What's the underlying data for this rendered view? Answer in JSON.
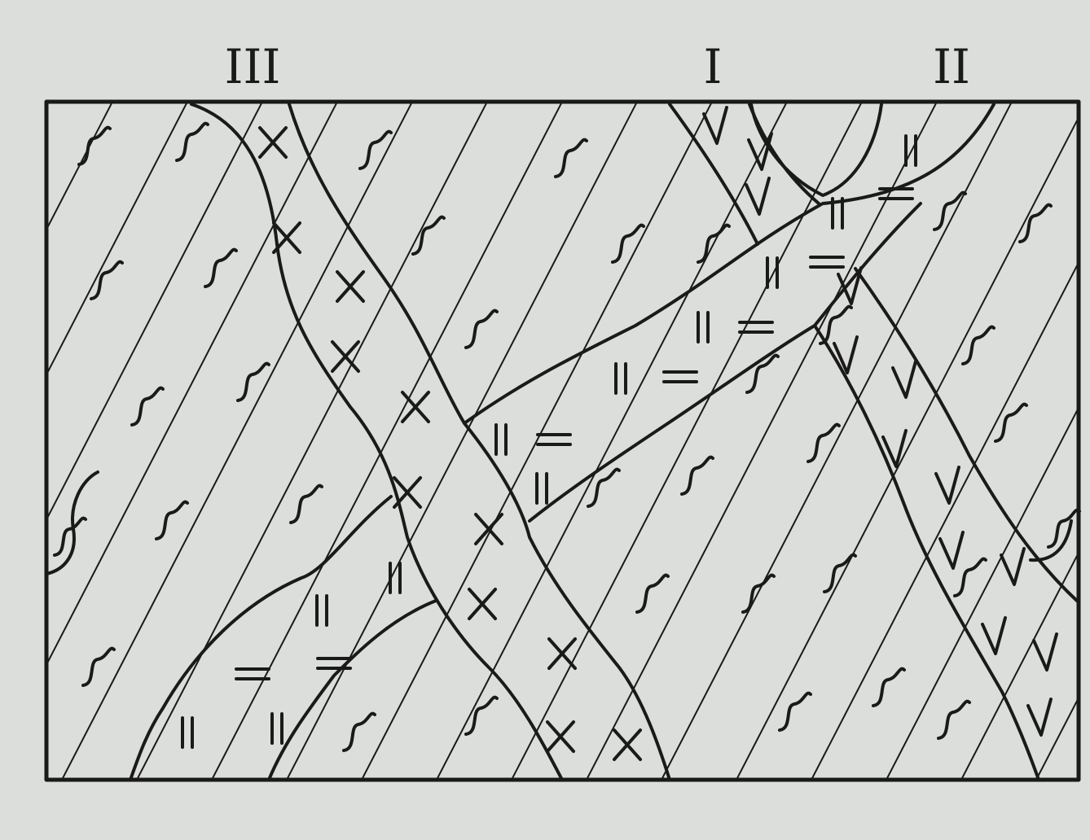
{
  "labels": {
    "roman_3": "III",
    "roman_1": "I",
    "roman_2": "II"
  },
  "legend_symbols": {
    "country_rock": "tilde-wave-icon",
    "intrusion_III": "cross-x-icon",
    "intrusion_I": "check-v-icon",
    "intrusion_II": "double-bar-icon"
  },
  "colors": {
    "ink": "#1a1a1a",
    "paper": "#dcdedb"
  }
}
